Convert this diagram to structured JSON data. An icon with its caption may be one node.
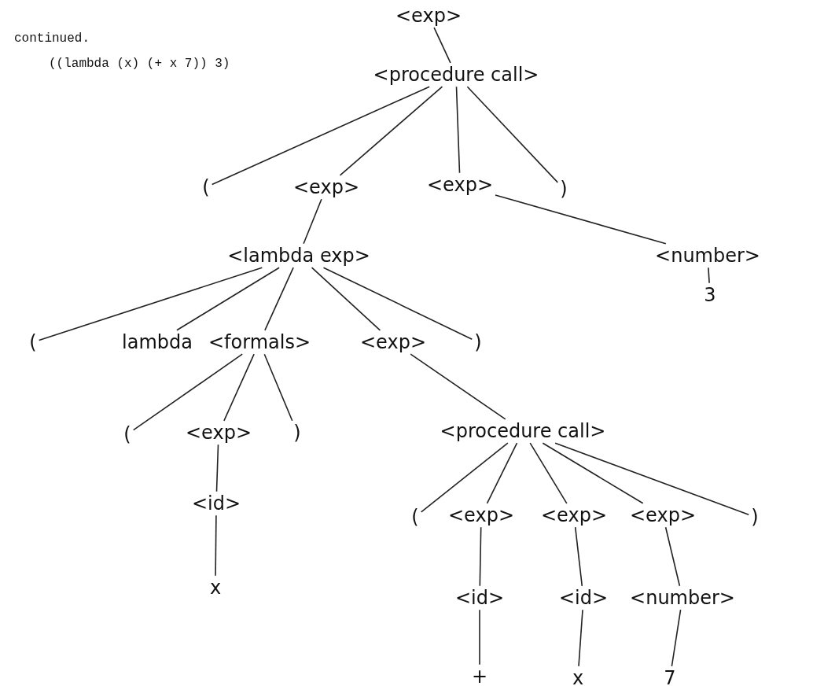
{
  "diagram": {
    "nodes": [
      {
        "text": [
          "<exp>"
        ]
      },
      {
        "text": [
          "<procedure call>"
        ]
      },
      {
        "text": [
          "("
        ]
      },
      {
        "text": [
          "<exp>"
        ]
      },
      {
        "text": [
          "<exp>"
        ]
      },
      {
        "text": [
          ")"
        ]
      },
      {
        "text": [
          "<lambda exp>"
        ]
      },
      {
        "text": [
          "<number>"
        ]
      },
      {
        "text": [
          "3"
        ]
      },
      {
        "text": [
          "("
        ]
      },
      {
        "text": [
          "lambda"
        ]
      },
      {
        "text": [
          "<formals>"
        ]
      },
      {
        "text": [
          "<exp>"
        ]
      },
      {
        "text": [
          ")"
        ]
      },
      {
        "text": [
          "("
        ]
      },
      {
        "text": [
          "<exp>"
        ]
      },
      {
        "text": [
          ")"
        ]
      },
      {
        "text": [
          "<procedure call>"
        ]
      },
      {
        "text": [
          "<id>"
        ]
      },
      {
        "text": [
          "x"
        ]
      },
      {
        "text": [
          "("
        ]
      },
      {
        "text": [
          "<exp>"
        ]
      },
      {
        "text": [
          "<exp>"
        ]
      },
      {
        "text": [
          "<exp>"
        ]
      },
      {
        "text": [
          ")"
        ]
      },
      {
        "text": [
          "<id>"
        ]
      },
      {
        "text": [
          "<id>"
        ]
      },
      {
        "text": [
          "<number>"
        ]
      },
      {
        "text": [
          "+"
        ]
      },
      {
        "text": [
          "x"
        ]
      },
      {
        "text": [
          "7"
        ]
      }
    ],
    "edges": [
      {
        "from": 0,
        "to": 1,
        "arrow": "none"
      },
      {
        "from": 1,
        "to": 2,
        "arrow": "none"
      },
      {
        "from": 1,
        "to": 3,
        "arrow": "none"
      },
      {
        "from": 1,
        "to": 4,
        "arrow": "none"
      },
      {
        "from": 1,
        "to": 5,
        "arrow": "none"
      },
      {
        "from": 3,
        "to": 6,
        "arrow": "none"
      },
      {
        "from": 4,
        "to": 7,
        "arrow": "none"
      },
      {
        "from": 7,
        "to": 8,
        "arrow": "none"
      },
      {
        "from": 6,
        "to": 9,
        "arrow": "none"
      },
      {
        "from": 6,
        "to": 10,
        "arrow": "none"
      },
      {
        "from": 6,
        "to": 11,
        "arrow": "none"
      },
      {
        "from": 6,
        "to": 12,
        "arrow": "none"
      },
      {
        "from": 6,
        "to": 13,
        "arrow": "none"
      },
      {
        "from": 11,
        "to": 14,
        "arrow": "none"
      },
      {
        "from": 11,
        "to": 15,
        "arrow": "none"
      },
      {
        "from": 11,
        "to": 16,
        "arrow": "none"
      },
      {
        "from": 15,
        "to": 18,
        "arrow": "none"
      },
      {
        "from": 18,
        "to": 19,
        "arrow": "none"
      },
      {
        "from": 12,
        "to": 17,
        "arrow": "none"
      },
      {
        "from": 17,
        "to": 20,
        "arrow": "none"
      },
      {
        "from": 17,
        "to": 21,
        "arrow": "none"
      },
      {
        "from": 17,
        "to": 22,
        "arrow": "none"
      },
      {
        "from": 17,
        "to": 23,
        "arrow": "none"
      },
      {
        "from": 17,
        "to": 24,
        "arrow": "none"
      },
      {
        "from": 21,
        "to": 25,
        "arrow": "none"
      },
      {
        "from": 22,
        "to": 26,
        "arrow": "none"
      },
      {
        "from": 23,
        "to": 27,
        "arrow": "none"
      },
      {
        "from": 25,
        "to": 28,
        "arrow": "none"
      },
      {
        "from": 26,
        "to": 29,
        "arrow": "none"
      },
      {
        "from": 27,
        "to": 30,
        "arrow": "none"
      }
    ],
    "labels": [
      "continued.",
      "((lambda (x) (+ x 7)) 3)"
    ]
  }
}
